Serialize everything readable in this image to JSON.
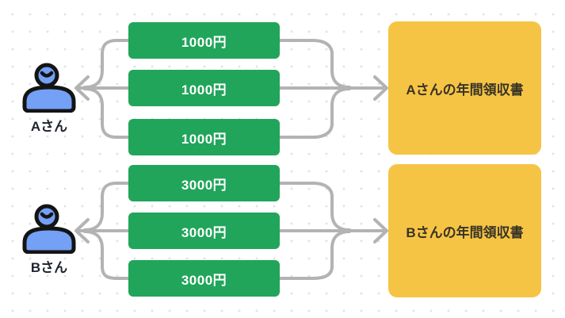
{
  "colors": {
    "background": "#ffffff",
    "grid_dot": "#e3e3e3",
    "green": "#21a55a",
    "yellow": "#f6c444",
    "person_blue": "#74a0f5",
    "person_outline": "#141414",
    "arrow": "#b3b3b3",
    "text_on_green": "#ffffff",
    "text_on_yellow": "#383327",
    "label_text": "#1f2430"
  },
  "icons": {
    "person": "smiling-person-icon",
    "connector": "converging-arrow-icon"
  },
  "groups": [
    {
      "person_label": "Aさん",
      "payments": [
        "1000円",
        "1000円",
        "1000円"
      ],
      "receipt_label": "Aさんの年間領収書"
    },
    {
      "person_label": "Bさん",
      "payments": [
        "3000円",
        "3000円",
        "3000円"
      ],
      "receipt_label": "Bさんの年間領収書"
    }
  ]
}
